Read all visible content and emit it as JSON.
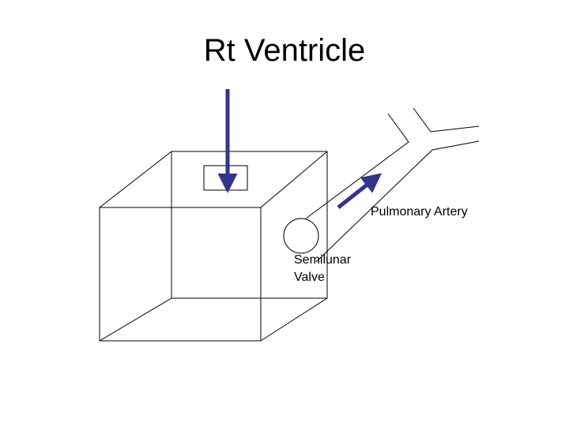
{
  "title": "Rt Ventricle",
  "labels": {
    "pulmonary_artery": "Pulmonary Artery",
    "semilunar_line1": "Semilunar",
    "semilunar_line2": "Valve"
  },
  "colors": {
    "arrow": "#33338a",
    "line": "#000000",
    "background": "#ffffff"
  }
}
